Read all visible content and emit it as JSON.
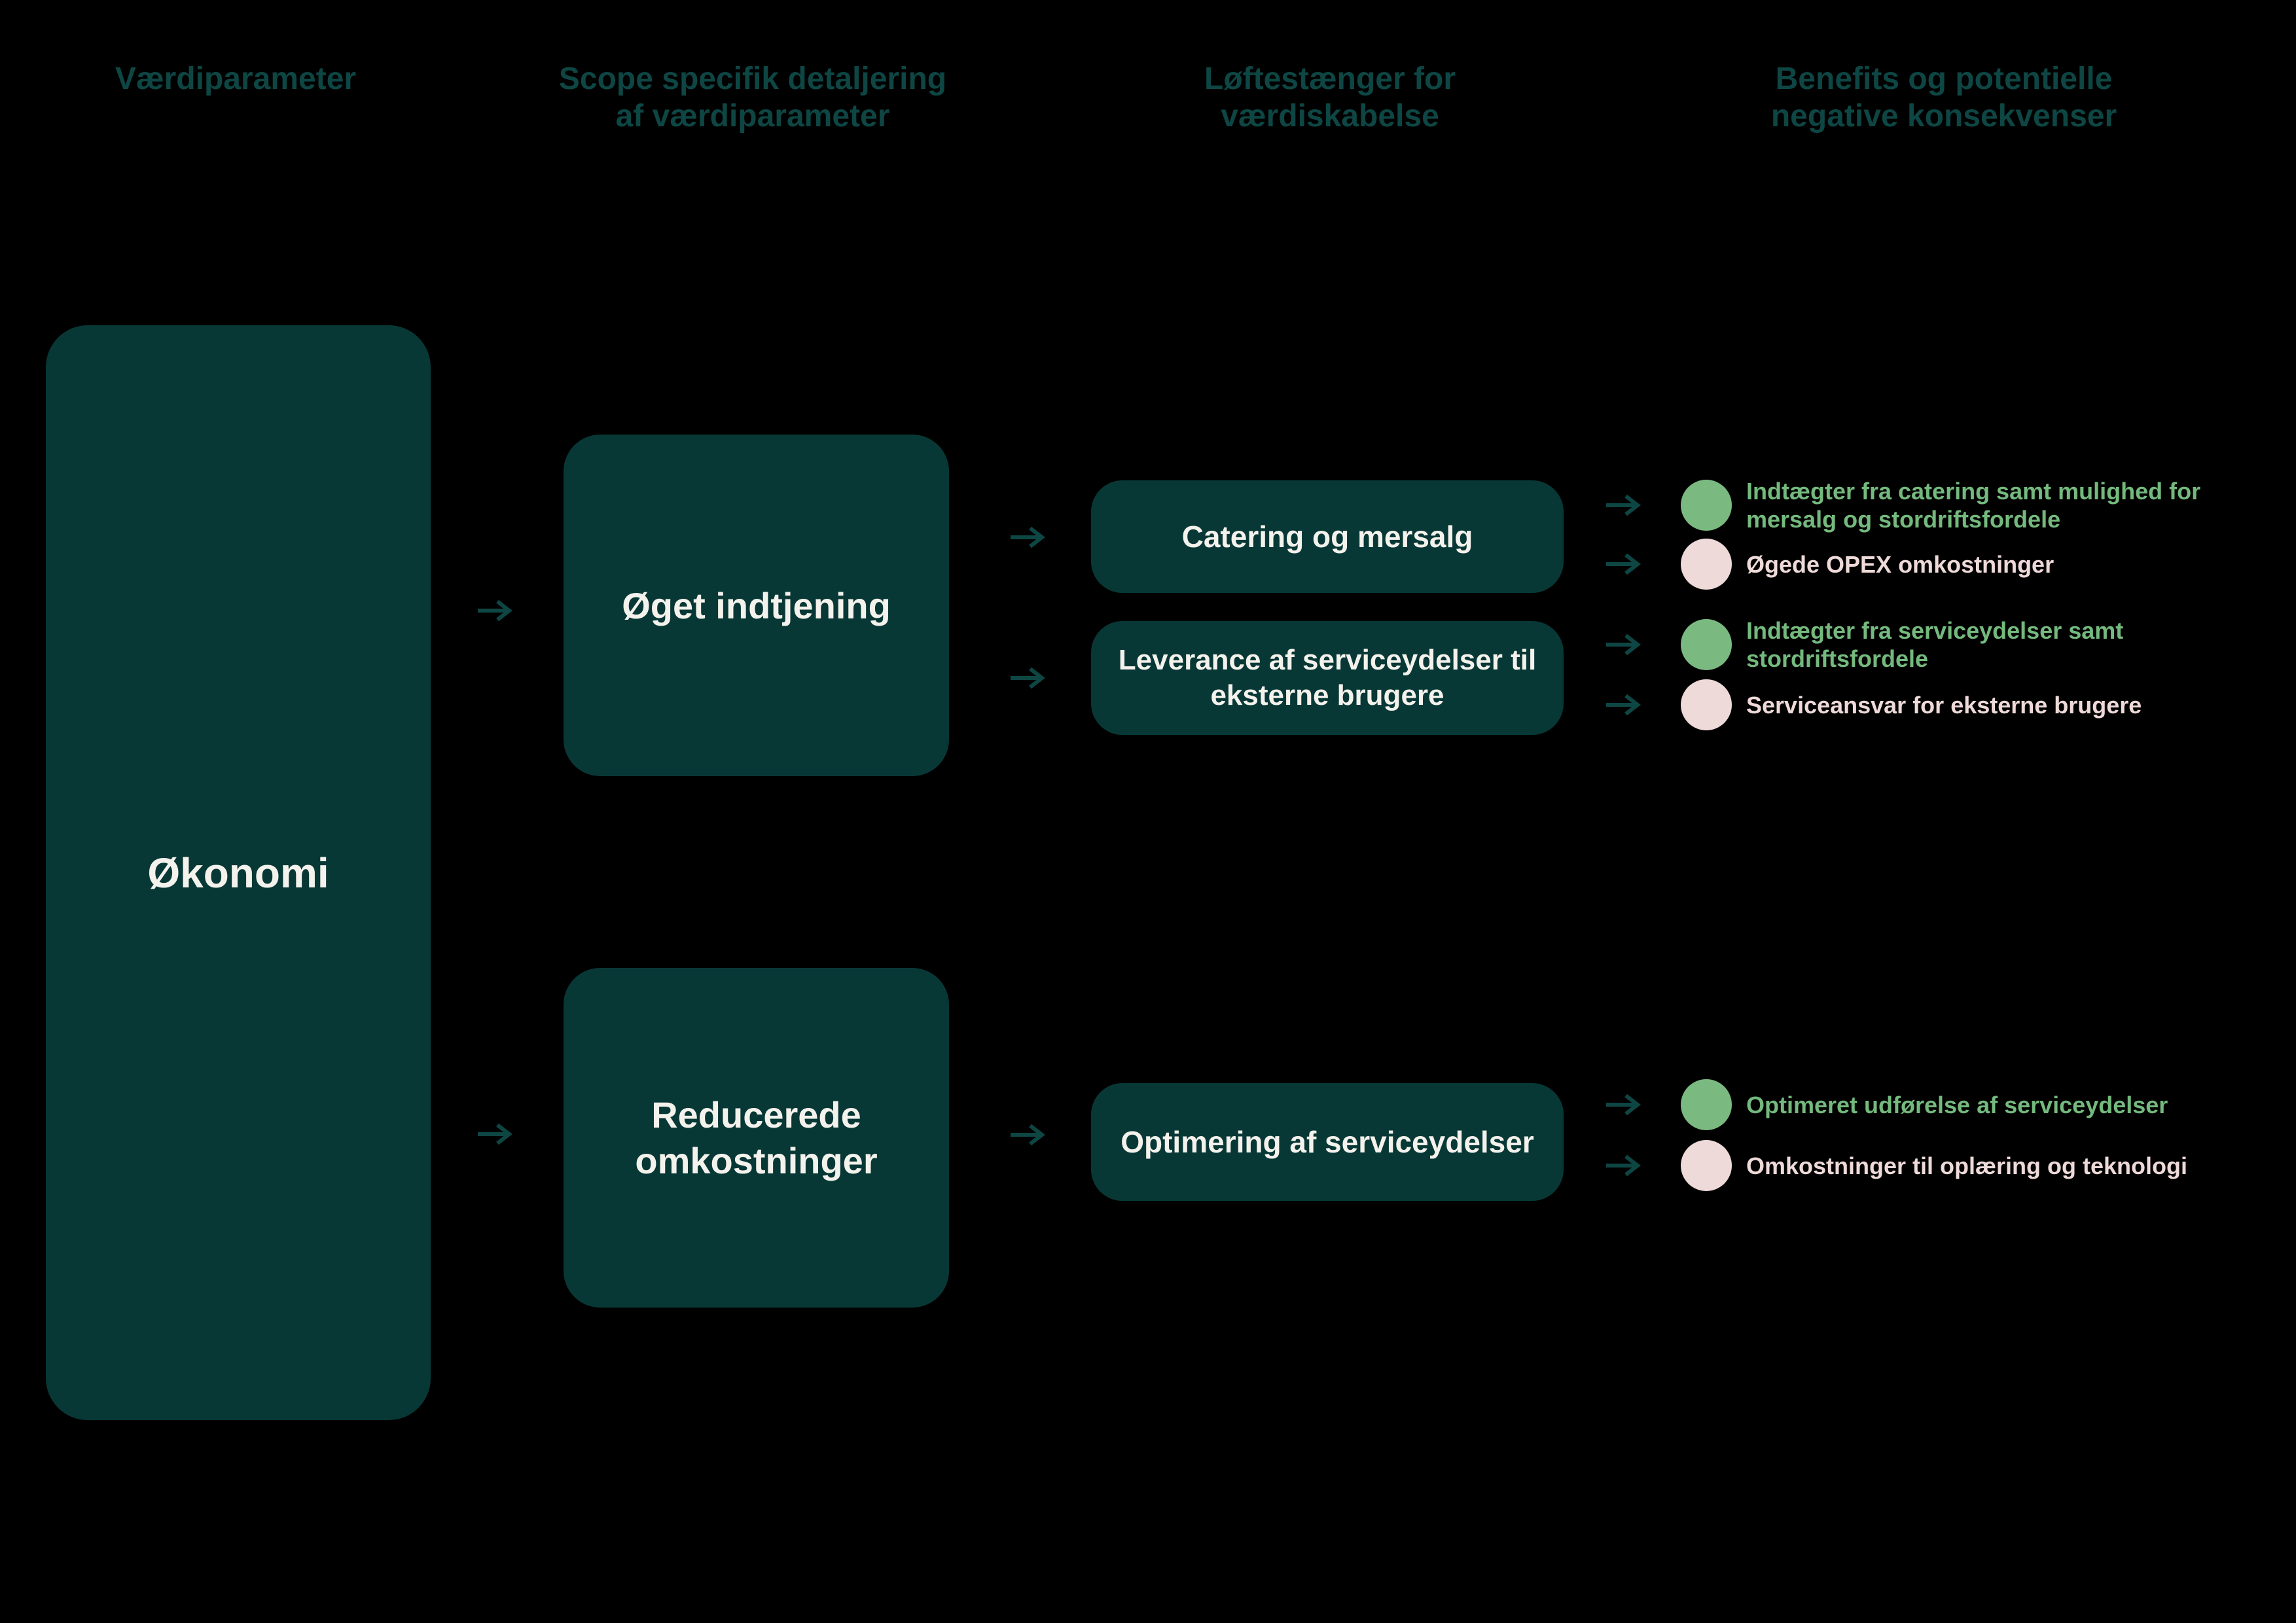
{
  "diagram": {
    "background": "#000000",
    "columns": [
      {
        "label": "Værdiparameter"
      },
      {
        "label": "Scope specifik detaljering\naf værdiparameter"
      },
      {
        "label": "Løftestænger for\nværdiskabelse"
      },
      {
        "label": "Benefits og potentielle\nnegative konsekvenser"
      }
    ],
    "value_parameter": {
      "label": "Økonomi"
    },
    "scope_details": [
      {
        "label": "Øget indtjening"
      },
      {
        "label": "Reducerede\nomkostninger"
      }
    ],
    "levers": [
      {
        "label": "Catering og mersalg"
      },
      {
        "label": "Leverance af serviceydelser til\neksterne brugere"
      },
      {
        "label": "Optimering af serviceydelser"
      }
    ],
    "benefits": [
      {
        "type": "positive",
        "label": "Indtægter fra catering samt mulighed for\nmersalg og stordriftsfordele"
      },
      {
        "type": "negative",
        "label": "Øgede OPEX omkostninger"
      },
      {
        "type": "positive",
        "label": "Indtægter fra serviceydelser samt\nstordriftsfordele"
      },
      {
        "type": "negative",
        "label": "Serviceansvar for eksterne brugere"
      },
      {
        "type": "positive",
        "label": "Optimeret udførelse af serviceydelser"
      },
      {
        "type": "negative",
        "label": "Omkostninger til oplæring og teknologi"
      }
    ],
    "colors": {
      "node_fill": "#083836",
      "heading_text": "#0e4644",
      "arrow": "#0e4644",
      "node_text": "#f4f2ec",
      "positive": "#7aba81",
      "negative": "#eedad8"
    }
  }
}
